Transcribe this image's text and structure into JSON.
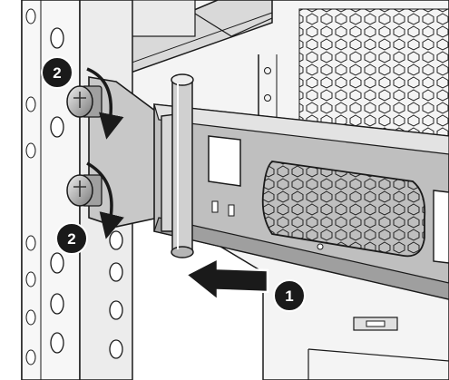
{
  "diagram": {
    "callouts": [
      {
        "id": "step-1",
        "label": "1"
      },
      {
        "id": "step-2-top",
        "label": "2"
      },
      {
        "id": "step-2-bottom",
        "label": "2"
      }
    ],
    "colors": {
      "line": "#1a1a1a",
      "metal_light": "#e6e6e6",
      "metal_mid": "#bdbdbd",
      "metal_dark": "#8a8a8a",
      "callout_fill": "#1a1a1a",
      "callout_text": "#ffffff"
    }
  }
}
